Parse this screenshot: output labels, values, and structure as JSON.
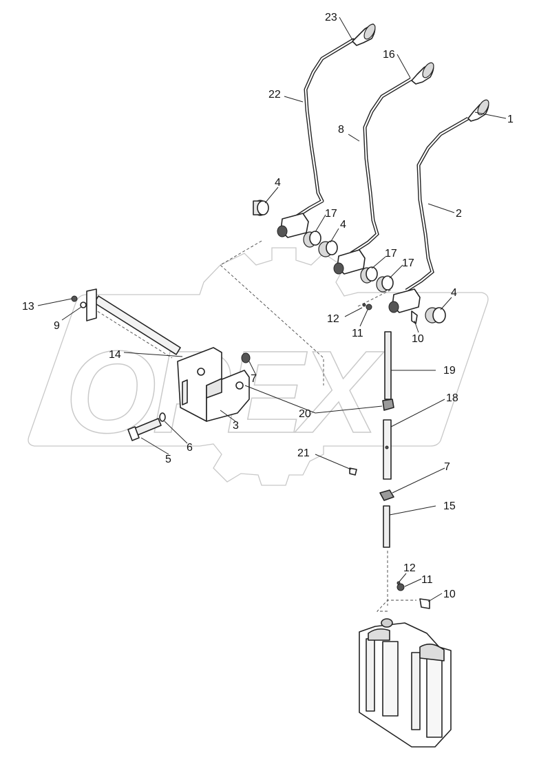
{
  "diagram": {
    "watermark": "OPEX",
    "callouts": [
      "23",
      "16",
      "1",
      "22",
      "8",
      "2",
      "4",
      "17",
      "4",
      "17",
      "17",
      "4",
      "13",
      "9",
      "12",
      "11",
      "10",
      "14",
      "7",
      "19",
      "20",
      "3",
      "6",
      "5",
      "18",
      "21",
      "7",
      "15",
      "12",
      "11",
      "10"
    ]
  }
}
